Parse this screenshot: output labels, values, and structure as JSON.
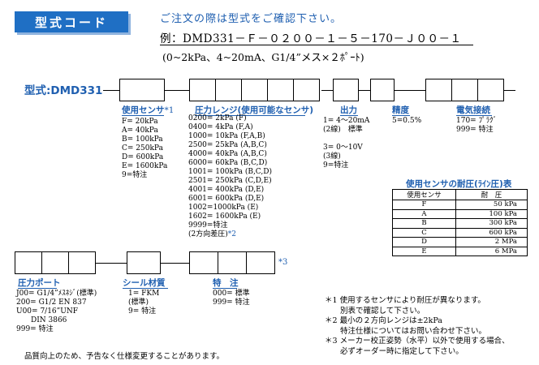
{
  "header": {
    "title": "型式コード",
    "note": "ご注文の際は型式をご確認下さい。",
    "example": "例：DMD331－Ｆ－０２００－１－５－170－Ｊ００－１",
    "spec": "(0~2kPa、4~20mA、G1/4”メス×２ﾎﾟｰﾄ)"
  },
  "model": {
    "label": "型式:DMD331"
  },
  "sections": {
    "sensor": {
      "title": "使用センサ",
      "mark": "*1",
      "items": [
        "F= 20kPa",
        "A= 40kPa",
        "B= 100kPa",
        "C= 250kPa",
        "D= 600kPa",
        "E= 1600kPa",
        "9=特注"
      ]
    },
    "range": {
      "title": "圧力レンジ(使用可能なセンサ)",
      "items": [
        "0200= 2kPa (F)",
        "0400= 4kPa (F,A)",
        "1000= 10kPa (F,A,B)",
        "2500= 25kPa (A,B,C)",
        "4000= 40kPa (A,B,C)",
        "6000= 60kPa (B,C,D)",
        "1001= 100kPa (B,C,D)",
        "2501= 250kPa (C,D,E)",
        "4001= 400kPa (D,E)",
        "6001= 600kPa (D,E)",
        "1002=1000kPa (E)",
        "1602= 1600kPa (E)",
        "9999=特注"
      ],
      "differential": "(2方向差圧)",
      "mark": "*2"
    },
    "output": {
      "title": "出力",
      "items": [
        "1= 4～20mA",
        "(2線)　標準",
        "",
        "3= 0～10V",
        "(3線)",
        "9=特注"
      ]
    },
    "accuracy": {
      "title": "精度",
      "items": [
        "5=0.5%"
      ]
    },
    "connection": {
      "title": "電気接続",
      "items": [
        "170= ﾌﾟﾗｸﾞ",
        "999= 特注"
      ]
    },
    "port": {
      "title": "圧力ポート",
      "items": [
        "J00= G1/4”ﾒｽﾈｼﾞ(標準)",
        "200= G1/2 EN 837",
        "U00= 7/16”UNF",
        "　　DIN 3866",
        "999= 特注"
      ]
    },
    "seal": {
      "title": "シール材質",
      "items": [
        "1= FKM",
        "(標準)",
        "9= 特注"
      ]
    },
    "special": {
      "title": "特　注",
      "items": [
        "000= 標準",
        "999= 特注"
      ],
      "mark": "*3"
    }
  },
  "pressure_table": {
    "title": "使用センサの耐圧(ﾗｲﾝ圧)表",
    "headers": [
      "使用センサ",
      "耐　圧"
    ],
    "rows": [
      [
        "F",
        "50 kPa"
      ],
      [
        "A",
        "100 kPa"
      ],
      [
        "B",
        "300 kPa"
      ],
      [
        "C",
        "600 kPa"
      ],
      [
        "D",
        "2 MPa"
      ],
      [
        "E",
        "6 MPa"
      ]
    ]
  },
  "notes": [
    "＊1 使用するセンサにより耐圧が異なります。",
    "　　別表で確認して下さい。",
    "＊2 最小の２方向レンジは±2kPa",
    "　　特注仕様についてはお問い合わせ下さい。",
    "＊3 メーカー校正姿勢（水平）以外で使用する場合、",
    "　　必ずオーダー時に指定して下さい。"
  ],
  "footer": "品質向上のため、予告なく仕様変更することがあります。"
}
